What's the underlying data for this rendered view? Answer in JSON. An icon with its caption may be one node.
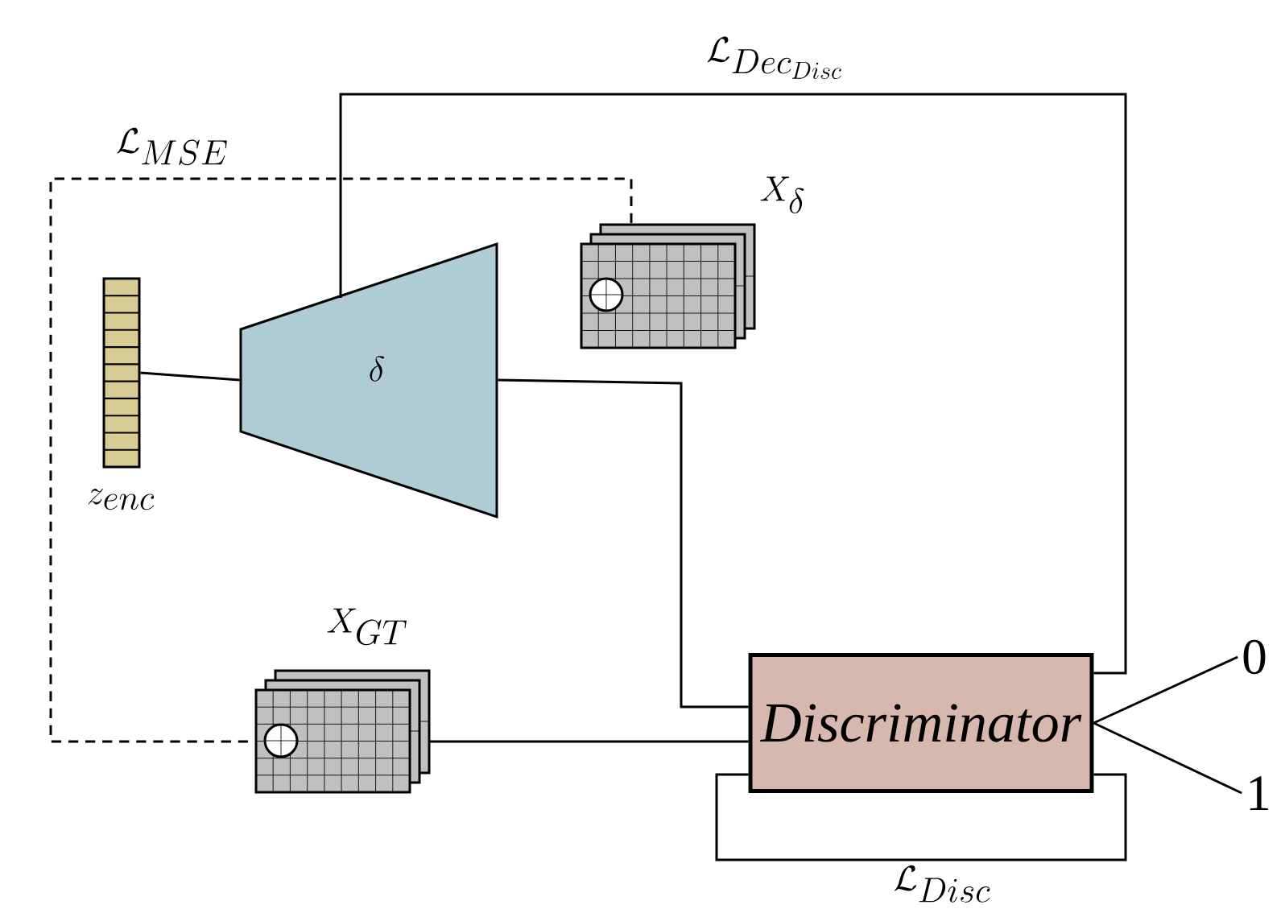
{
  "diagram": {
    "nodes": [
      {
        "text": [
          "z_{enc}"
        ]
      },
      {
        "text": [
          "\\delta"
        ]
      },
      {
        "text": [
          "X_\\delta"
        ]
      },
      {
        "text": [
          "X_{GT}"
        ]
      },
      {
        "text": [
          "Discriminator"
        ]
      },
      {
        "text": [
          "0"
        ]
      },
      {
        "text": [
          "1"
        ]
      }
    ],
    "edges": [
      {
        "from": 0,
        "to": 1,
        "arrow": "none"
      },
      {
        "from": 1,
        "to": 4,
        "arrow": "none"
      },
      {
        "from": 3,
        "to": 4,
        "arrow": "none"
      },
      {
        "from": 4,
        "to": 5,
        "arrow": "none"
      },
      {
        "from": 4,
        "to": 6,
        "arrow": "none"
      },
      {
        "from": 2,
        "to": 3,
        "arrow": "none",
        "style": "dashed",
        "label": "\\mathcal{L}_{MSE}"
      },
      {
        "from": 1,
        "to": 4,
        "arrow": "none",
        "label": "\\mathcal{L}_{Dec_{Disc}}"
      },
      {
        "from": 4,
        "to": 4,
        "arrow": "none",
        "label": "\\mathcal{L}_{Disc}"
      }
    ]
  }
}
